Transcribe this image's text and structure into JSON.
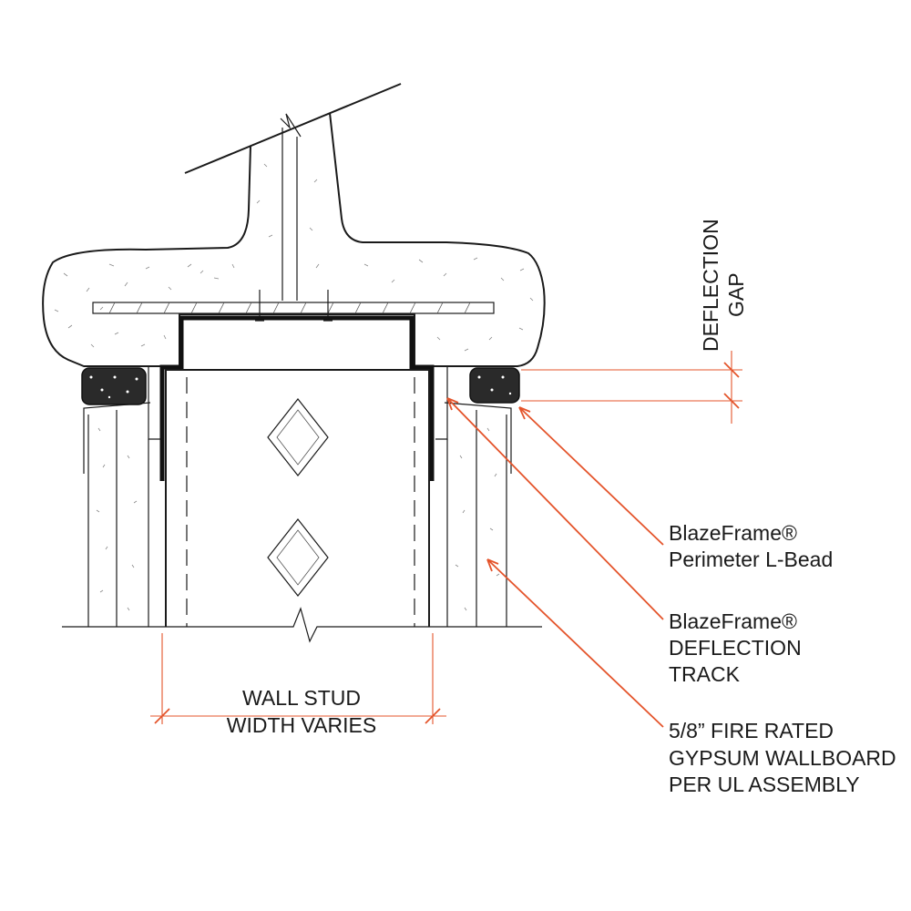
{
  "labels": {
    "deflection_gap": [
      "DEFLECTION",
      "GAP"
    ],
    "l_bead": [
      "BlazeFrame®",
      "Perimeter L-Bead"
    ],
    "deflection_track": [
      "BlazeFrame®",
      "DEFLECTION",
      "TRACK"
    ],
    "gypsum": [
      "5/8” FIRE RATED",
      "GYPSUM WALLBOARD",
      "PER UL ASSEMBLY"
    ],
    "stud_width": [
      "WALL STUD",
      "WIDTH VARIES"
    ]
  },
  "colors": {
    "line": "#1a1a1a",
    "leader": "#e4542b",
    "concrete_speck": "#888888",
    "sealant": "#2a2a2a"
  }
}
